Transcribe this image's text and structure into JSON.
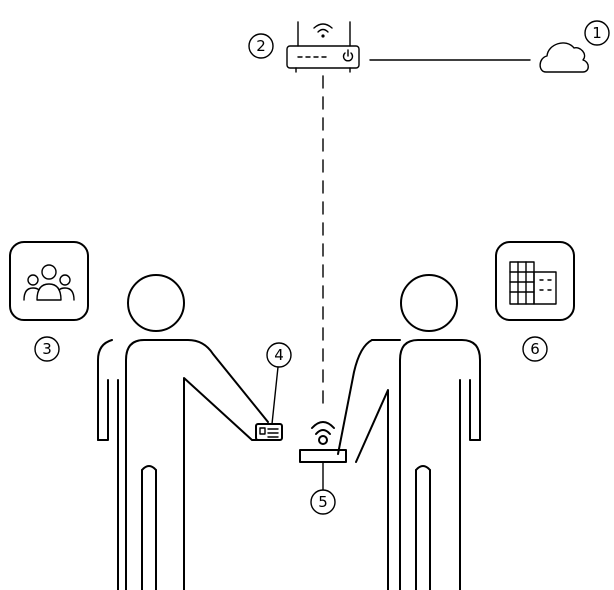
{
  "callouts": [
    {
      "id": "1",
      "label": "1",
      "refers_to": "cloud"
    },
    {
      "id": "2",
      "label": "2",
      "refers_to": "router"
    },
    {
      "id": "3",
      "label": "3",
      "refers_to": "people-group-tile"
    },
    {
      "id": "4",
      "label": "4",
      "refers_to": "id-card"
    },
    {
      "id": "5",
      "label": "5",
      "refers_to": "wireless-reader"
    },
    {
      "id": "6",
      "label": "6",
      "refers_to": "building-tile"
    }
  ],
  "icons": {
    "cloud": "cloud-icon",
    "router": "router-icon",
    "people_group": "people-group-icon",
    "building": "building-icon",
    "id_card": "id-card-icon",
    "reader": "wireless-reader-icon",
    "person_left": "person-silhouette",
    "person_right": "person-silhouette"
  },
  "connections": [
    {
      "from": "router",
      "to": "cloud",
      "style": "solid"
    },
    {
      "from": "router",
      "to": "wireless-reader",
      "style": "dashed"
    }
  ],
  "colors": {
    "line": "#000000",
    "background": "#ffffff"
  }
}
